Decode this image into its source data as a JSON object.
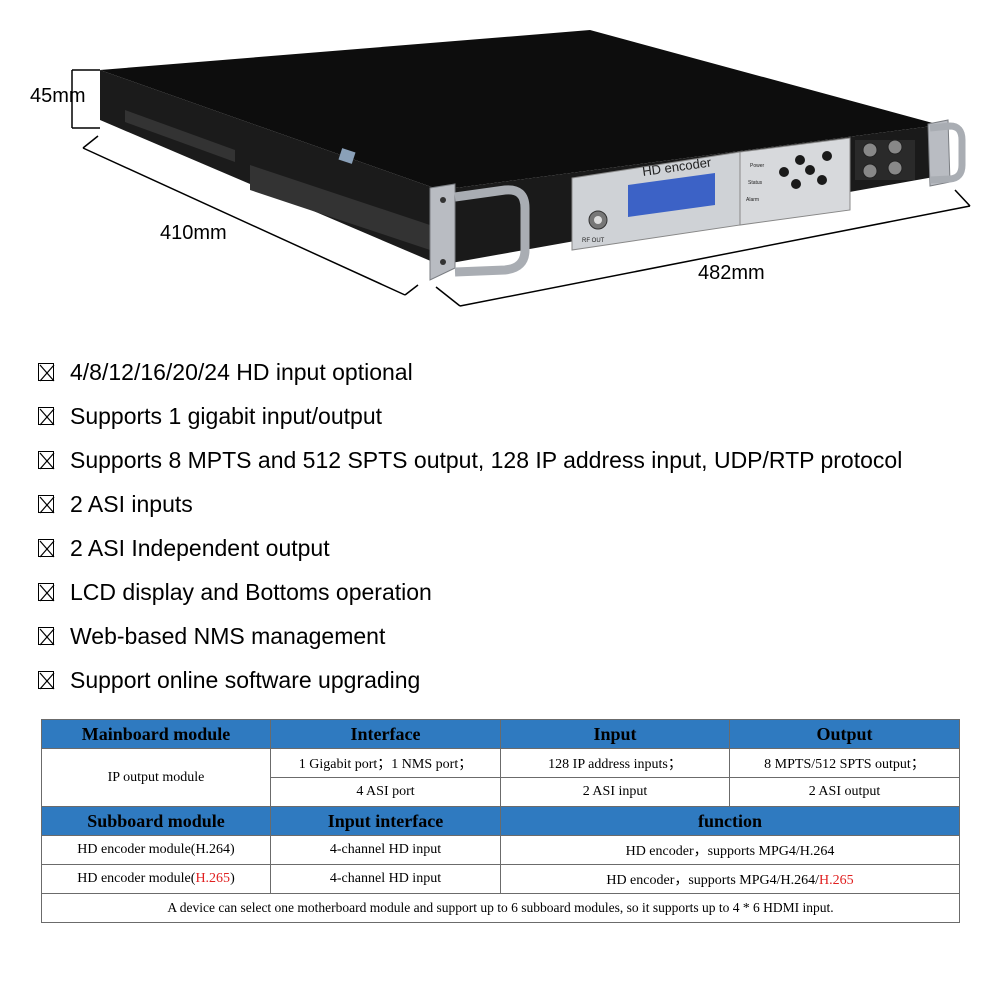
{
  "dimensions": {
    "height_label": "45mm",
    "depth_label": "410mm",
    "width_label": "482mm"
  },
  "device": {
    "front_title": "HD encoder",
    "rf_port_label": "RF OUT",
    "led_labels": [
      "Power",
      "Status",
      "Alarm"
    ]
  },
  "features": [
    "4/8/12/16/20/24 HD input optional",
    "Supports 1 gigabit input/output",
    "Supports 8 MPTS and 512 SPTS output, 128 IP address input, UDP/RTP protocol",
    "2 ASI inputs",
    "2 ASI Independent output",
    "LCD display and Bottoms operation",
    "Web-based NMS management",
    "Support online software upgrading"
  ],
  "table": {
    "main_headers": [
      "Mainboard module",
      "Interface",
      "Input",
      "Output"
    ],
    "main_module": "IP output module",
    "main_rows": [
      {
        "interface": "1 Gigabit port；1 NMS port；",
        "input": "128 IP address inputs；",
        "output": "8 MPTS/512 SPTS output；"
      },
      {
        "interface": "4 ASI port",
        "input": "2 ASI input",
        "output": "2 ASI output"
      }
    ],
    "sub_headers": [
      "Subboard module",
      "Input interface",
      "function"
    ],
    "sub_rows": [
      {
        "module": "HD encoder module(H.264)",
        "module_red": "",
        "module_tail": "",
        "interface": "4-channel HD input",
        "function": "HD encoder，supports MPG4/H.264",
        "function_red": ""
      },
      {
        "module": "HD encoder module(",
        "module_red": "H.265",
        "module_tail": ")",
        "interface": "4-channel HD input",
        "function": "HD encoder，supports MPG4/H.264/",
        "function_red": "H.265"
      }
    ],
    "note": "A device can select one motherboard module and support up to 6 subboard modules, so it supports up to 4 * 6 HDMI input."
  },
  "colors": {
    "header_bg": "#2f7ac0",
    "highlight": "#e02020",
    "chassis": "#121212",
    "lcd": "#3c62c6"
  },
  "icons": {
    "bullet": "checkbox-x-icon"
  }
}
